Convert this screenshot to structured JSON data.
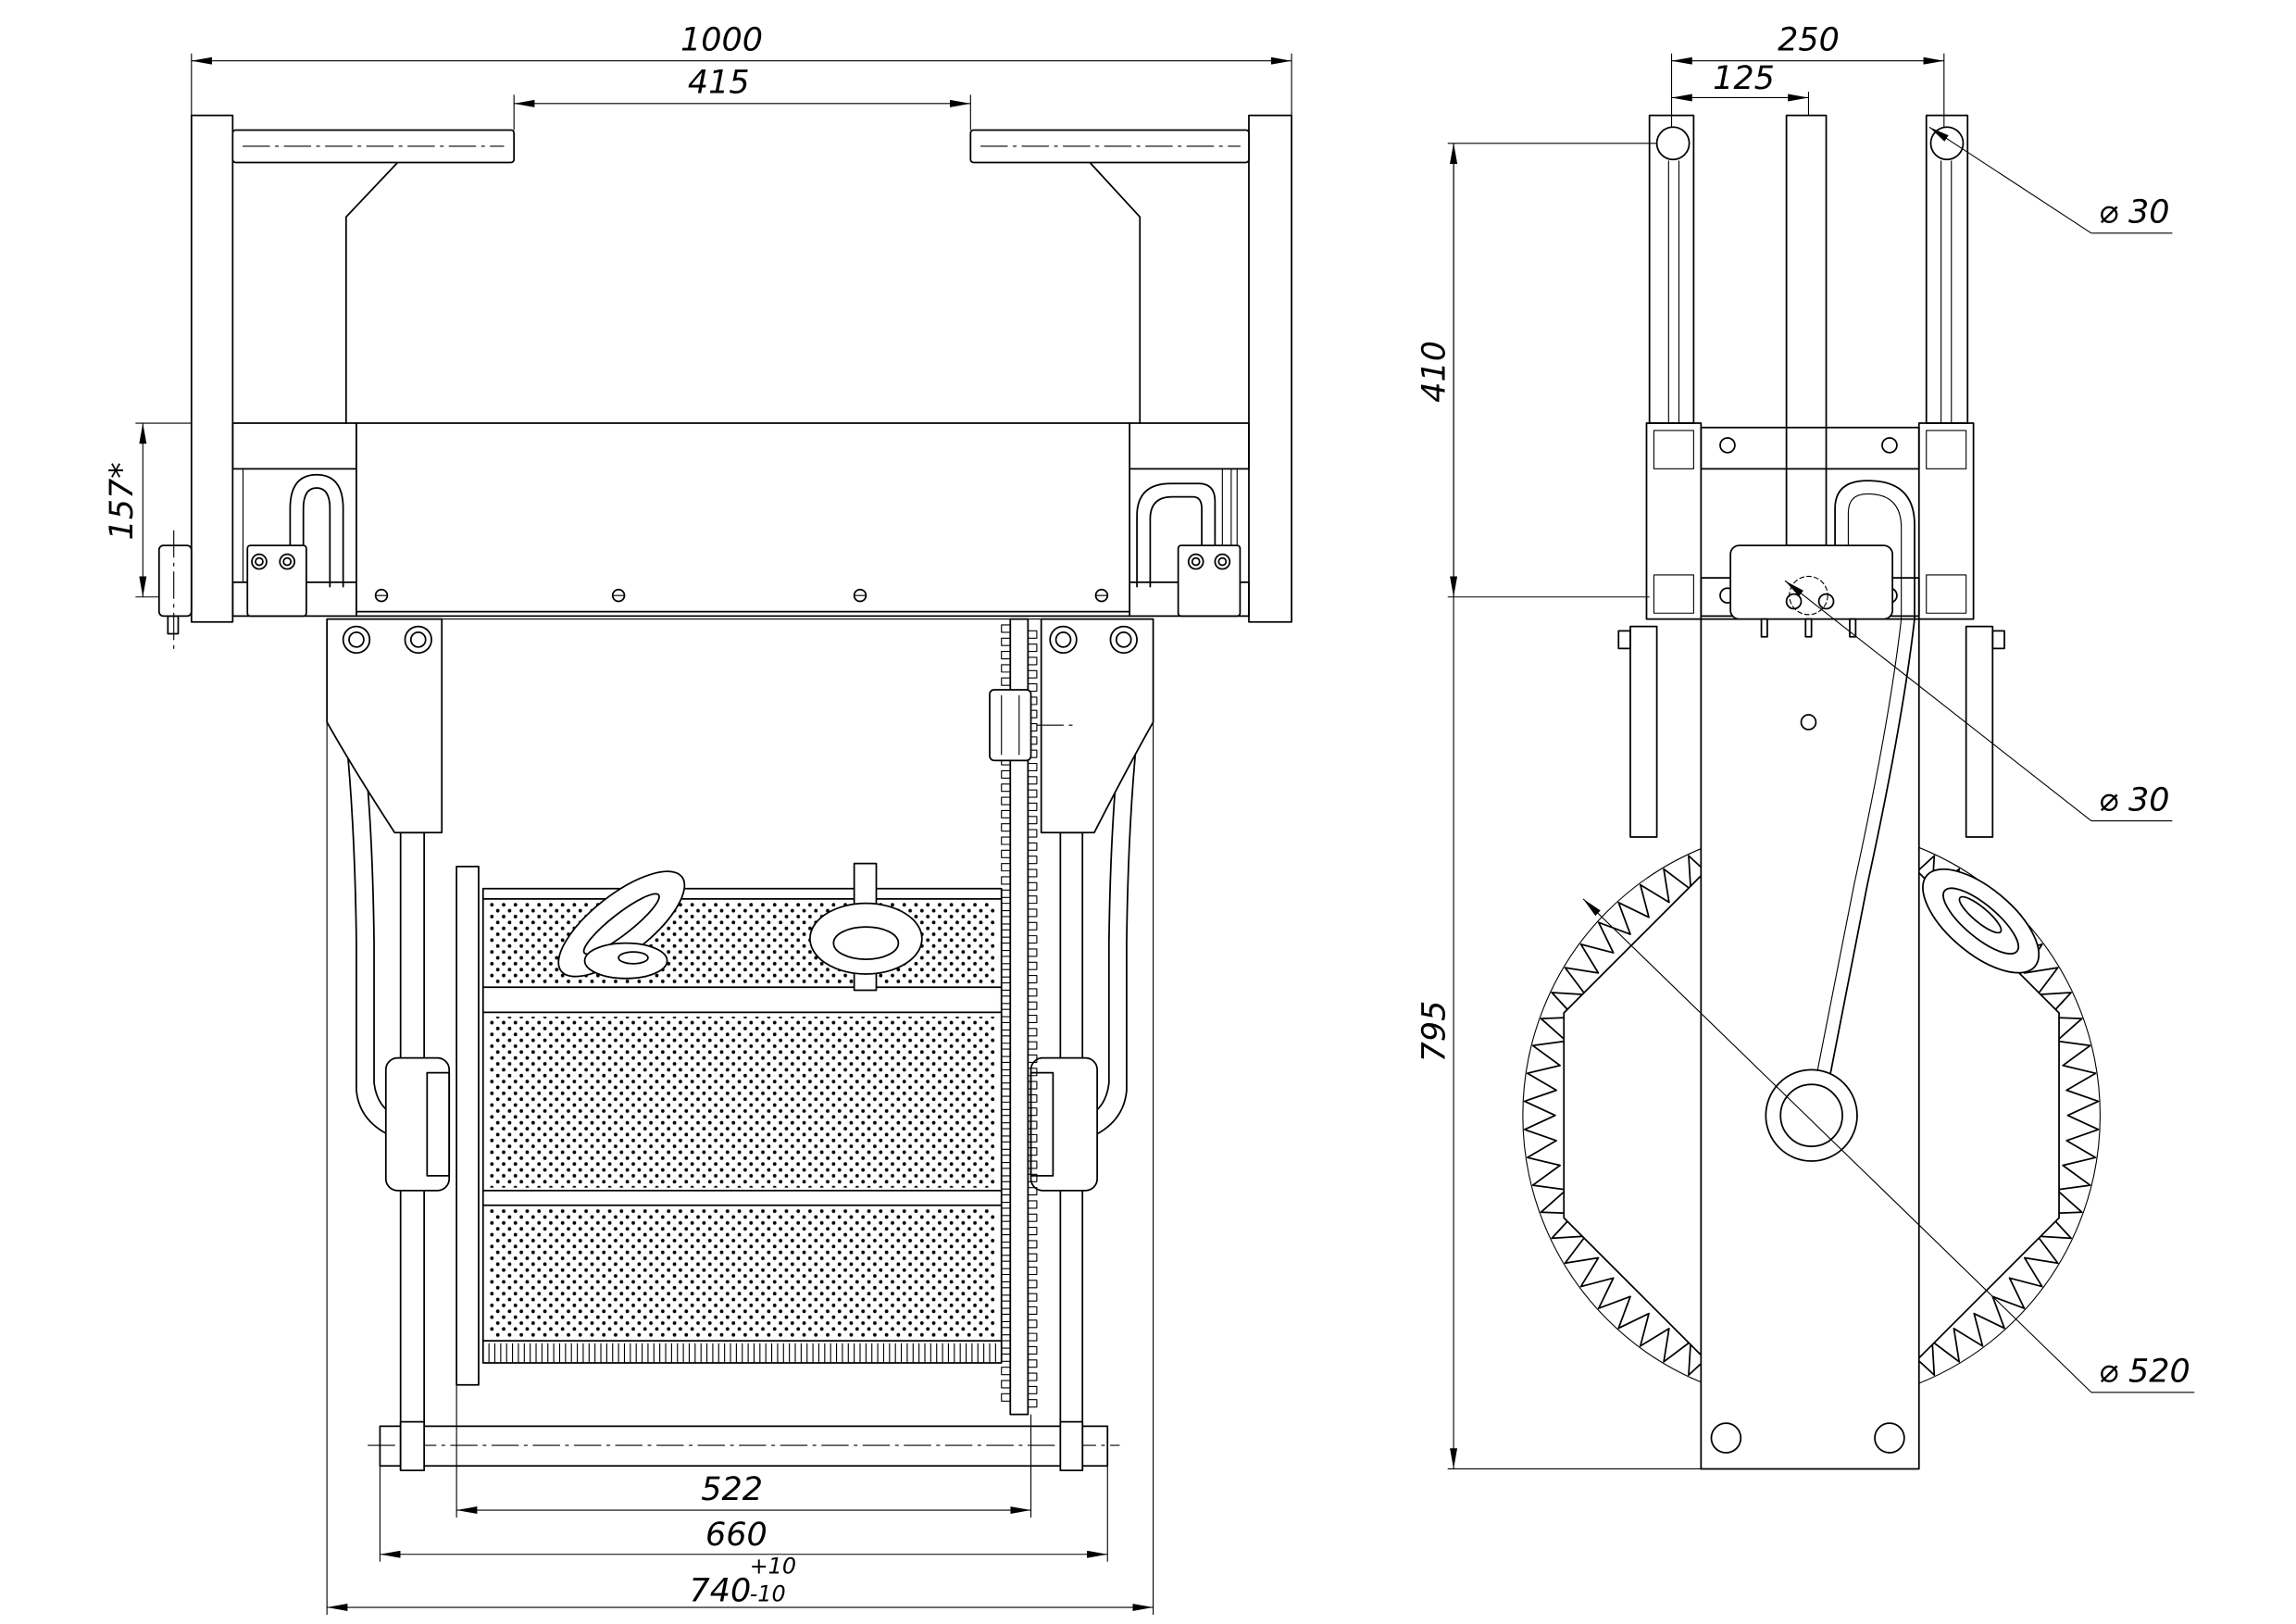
{
  "colors": {
    "line": "#000000",
    "paper": "#ffffff"
  },
  "front_view": {
    "dim_overall_width": "1000",
    "dim_handle_gap": "415",
    "dim_mount_height": "157*",
    "dim_drum_length": "522",
    "dim_frame_inner_width": "660",
    "dim_frame_outer_width": "740",
    "dim_frame_outer_tol_plus": "+10",
    "dim_frame_outer_tol_minus": "-10"
  },
  "side_view": {
    "dim_post_spacing": "250",
    "dim_post_half_spacing": "125",
    "dim_upper_height": "410",
    "dim_total_height": "795",
    "dim_handle_diameter": "⌀ 30",
    "dim_shaft_diameter": "⌀ 30",
    "dim_gear_diameter": "⌀ 520"
  }
}
